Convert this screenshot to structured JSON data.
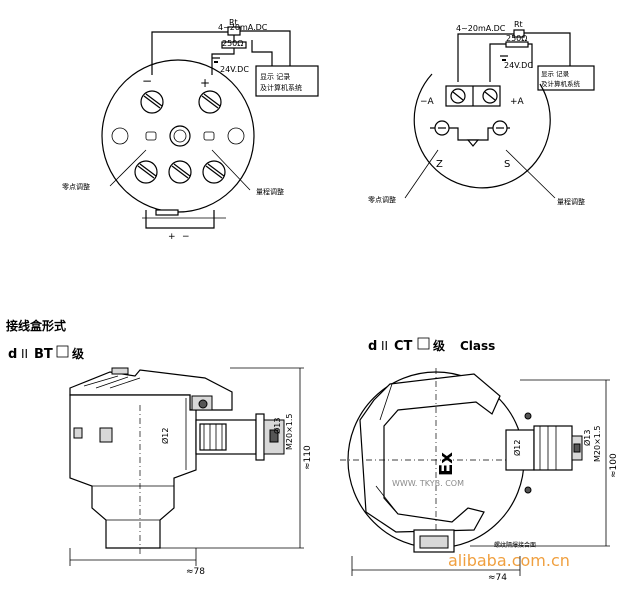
{
  "top_left": {
    "current_label": "4~20mA.DC",
    "rt_label": "Rt",
    "resistor_label": "250Ω",
    "supply_label": "24V.DC",
    "display_box_line1": "显示 记录",
    "display_box_line2": "及计算机系统",
    "minus": "−",
    "plus": "+",
    "zero_adjust": "零点调整",
    "span_adjust": "量程调整",
    "bottom_plus": "+",
    "bottom_minus": "−"
  },
  "top_right": {
    "current_label": "4~20mA.DC",
    "rt_label": "Rt",
    "resistor_label": "250Ω",
    "supply_label": "24V.DC",
    "display_box_line1": "显示 记录",
    "display_box_line2": "及计算机系统",
    "minus_a": "−A",
    "plus_a": "+A",
    "z_label": "Z",
    "s_label": "S",
    "zero_adjust": "零点调整",
    "span_adjust": "量程调整"
  },
  "section_title": "接线盒形式",
  "left_housing": {
    "title_d": "d",
    "title_roman": "II",
    "title_bt": "BT",
    "title_grade": "级",
    "dim_phi12": "Ø12",
    "dim_phi13": "Ø13",
    "dim_thread": "M20×1.5",
    "dim_height": "≈110",
    "dim_width": "≈78"
  },
  "right_housing": {
    "title_d": "d",
    "title_roman": "II",
    "title_ct": "CT",
    "title_grade": "级",
    "title_class": "Class",
    "ex_mark": "Ex",
    "watermark": "WWW. TKYB. COM",
    "dim_phi12": "Ø12",
    "dim_phi13": "Ø13",
    "dim_thread": "M20×1.5",
    "dim_height": "≈100",
    "dim_width": "≈74",
    "bottom_note": "螺纹隔爆接合面"
  },
  "site_watermark": "alibaba.com.cn"
}
